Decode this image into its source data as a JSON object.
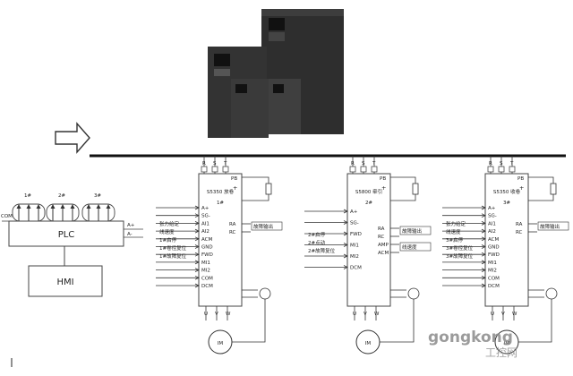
{
  "plc": {
    "label": "PLC",
    "output_labels": [
      "1#",
      "2#",
      "3#"
    ],
    "com_label": "COM",
    "a_plus": "A+",
    "a_minus": "A-"
  },
  "hmi": {
    "label": "HMI"
  },
  "drives": [
    {
      "model": "S5350 放卷",
      "unit": "1#",
      "power_terminals": [
        "R",
        "S",
        "T"
      ],
      "motor_terminals": [
        "U",
        "V",
        "W"
      ],
      "pb": "PB",
      "plus": "+",
      "left_terminals": [
        "A+",
        "SG-",
        "AI1",
        "AI2",
        "ACM",
        "GND",
        "FWD",
        "MI1",
        "MI2",
        "COM",
        "DCM"
      ],
      "left_labels": [
        "张力给定",
        "线速度",
        "1#启停",
        "1#卷径复位",
        "1#故障复位"
      ],
      "right_terminals": [
        "RA",
        "RC"
      ],
      "right_labels": [
        "故障输出"
      ],
      "motor": "IM"
    },
    {
      "model": "S5800 牵引",
      "unit": "2#",
      "power_terminals": [
        "R",
        "S",
        "T"
      ],
      "motor_terminals": [
        "U",
        "V",
        "W"
      ],
      "pb": "PB",
      "plus": "+",
      "left_terminals": [
        "A+",
        "SG-",
        "FWD",
        "MI1",
        "MI2",
        "DCM"
      ],
      "left_labels": [
        "2#启停",
        "2#点动",
        "2#故障复位"
      ],
      "right_terminals": [
        "RA",
        "RC",
        "AMP",
        "ACM"
      ],
      "right_labels": [
        "故障输出",
        "线速度"
      ],
      "motor": "IM"
    },
    {
      "model": "S5350 收卷",
      "unit": "3#",
      "power_terminals": [
        "R",
        "S",
        "T"
      ],
      "motor_terminals": [
        "U",
        "V",
        "W"
      ],
      "pb": "PB",
      "plus": "+",
      "left_terminals": [
        "A+",
        "SG-",
        "AI1",
        "AI2",
        "ACM",
        "GND",
        "FWD",
        "MI1",
        "MI2",
        "COM",
        "DCM"
      ],
      "left_labels": [
        "张力给定",
        "线速度",
        "3#启停",
        "3#卷径复位",
        "3#故障复位"
      ],
      "right_terminals": [
        "RA",
        "RC"
      ],
      "right_labels": [
        "故障输出"
      ],
      "motor": "IM"
    }
  ],
  "watermark": {
    "brand": "gongkong",
    "cn": "工控网"
  },
  "colors": {
    "line": "#111111",
    "box": "#444444",
    "cabinet": "#2a2a2a",
    "watermark": "#8a8a8a"
  }
}
